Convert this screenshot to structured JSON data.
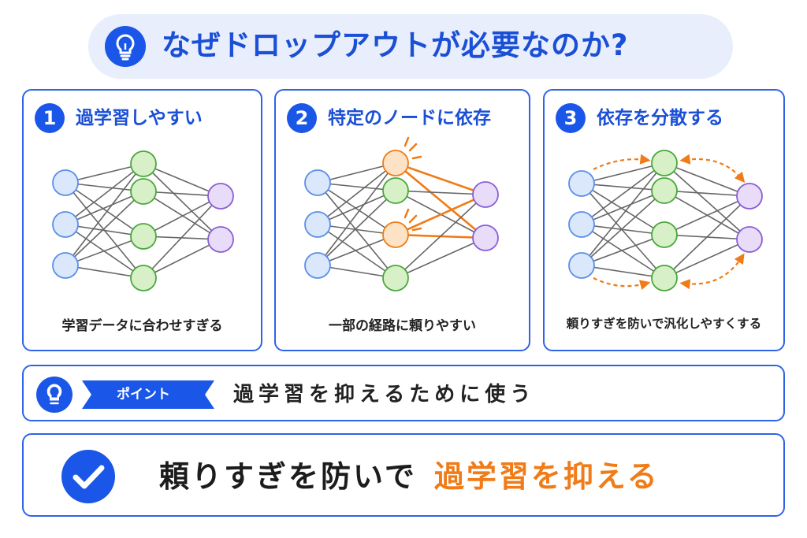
{
  "header": {
    "title": "なぜドロップアウトが必要なのか?",
    "icon": "lightbulb-icon"
  },
  "panels": [
    {
      "number": "1",
      "title": "過学習しやすい",
      "caption": "学習データに合わせすぎる"
    },
    {
      "number": "2",
      "title": "特定のノードに依存",
      "caption": "一部の経路に頼りやすい"
    },
    {
      "number": "3",
      "title": "依存を分散する",
      "caption": "頼りすぎを防いで汎化しやすくする"
    }
  ],
  "point": {
    "badge": "ポイント",
    "text": "過学習を抑えるために使う",
    "icon": "lightbulb-outline-icon"
  },
  "conclusion": {
    "text_black": "頼りすぎを防いで",
    "text_orange": "過学習を抑える",
    "icon": "check-circle-icon"
  },
  "colors": {
    "blue": "#1a56e8",
    "orange": "#f07b17",
    "input_node": "#dbe8fb",
    "hidden_node": "#d8f0c8",
    "output_node": "#e8dcf8"
  }
}
